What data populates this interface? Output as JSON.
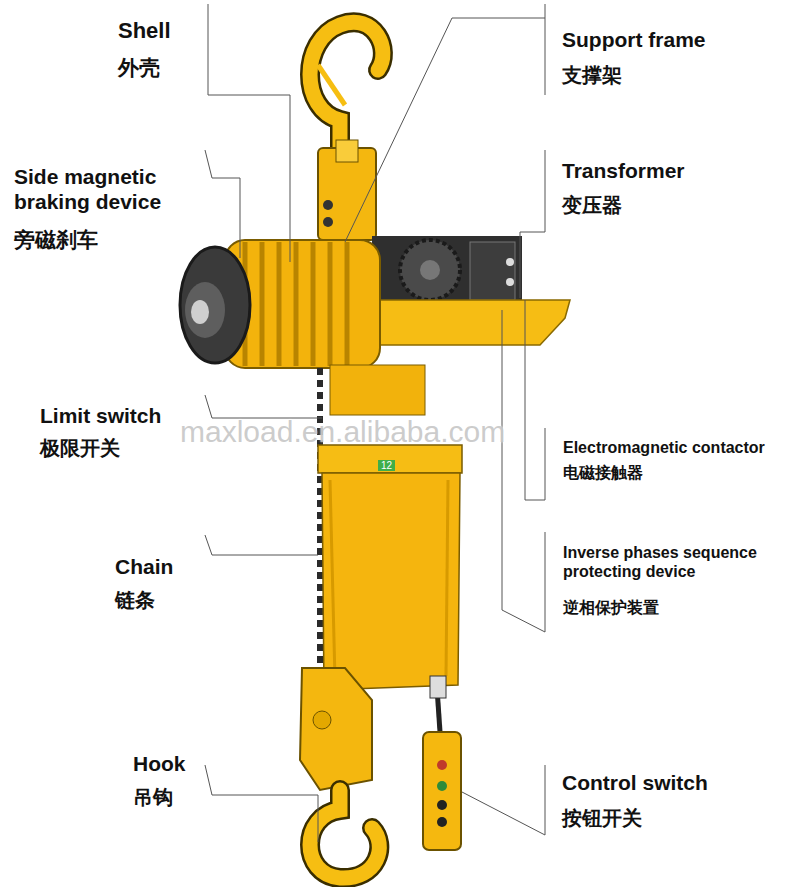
{
  "diagram": {
    "labels": [
      "Shell",
      "外壳",
      "Side magnetic braking device",
      "旁磁刹车",
      "Limit switch",
      "极限开关",
      "Chain",
      "链条",
      "Hook",
      "吊钩",
      "Support frame",
      "支撑架",
      "Transformer",
      "变压器",
      "Electromagnetic contactor",
      "电磁接触器",
      "Inverse phases sequence protecting device",
      "逆相保护装置",
      "Control switch",
      "按钮开关",
      "maxload.en.alibaba.com",
      "12"
    ]
  }
}
